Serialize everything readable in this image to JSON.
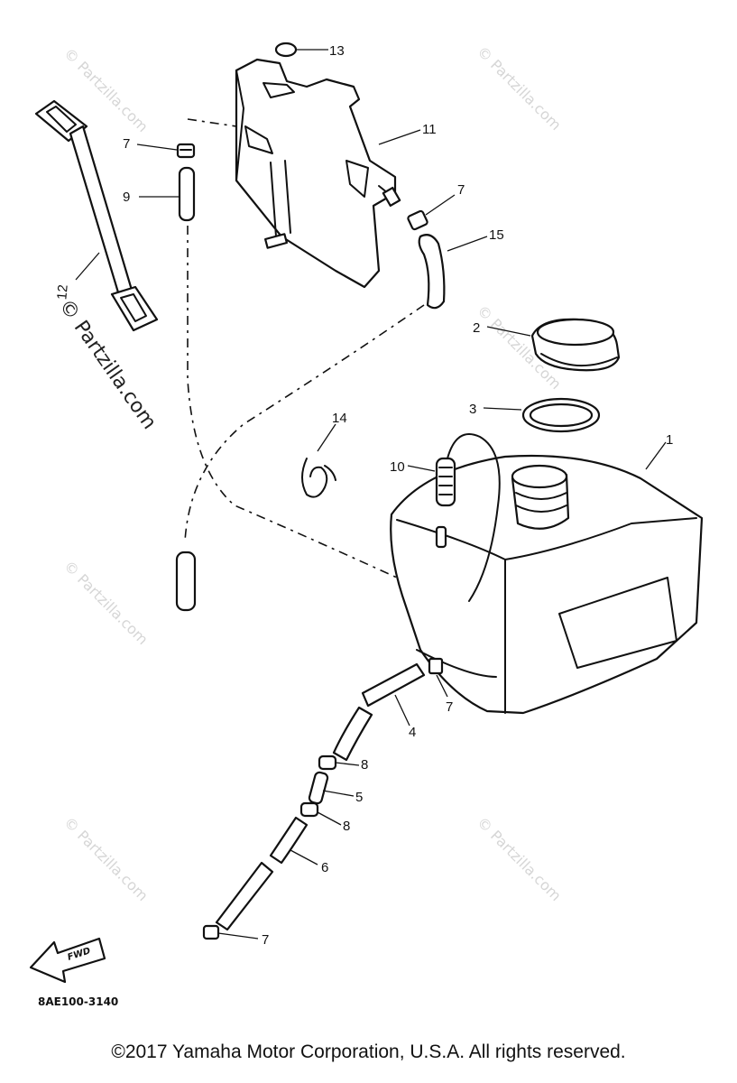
{
  "watermarks": {
    "text": "© Partzilla.com"
  },
  "parts": {
    "p1": "1",
    "p2": "2",
    "p3": "3",
    "p4": "4",
    "p5": "5",
    "p6": "6",
    "p7a": "7",
    "p7b": "7",
    "p7c": "7",
    "p7d": "7",
    "p8a": "8",
    "p8b": "8",
    "p9": "9",
    "p10": "10",
    "p11": "11",
    "p12": "12",
    "p13": "13",
    "p14": "14",
    "p15": "15"
  },
  "fwd_label": "FWD",
  "diagram_code": "8AE100-3140",
  "copyright": "©2017 Yamaha Motor Corporation, U.S.A. All rights reserved."
}
